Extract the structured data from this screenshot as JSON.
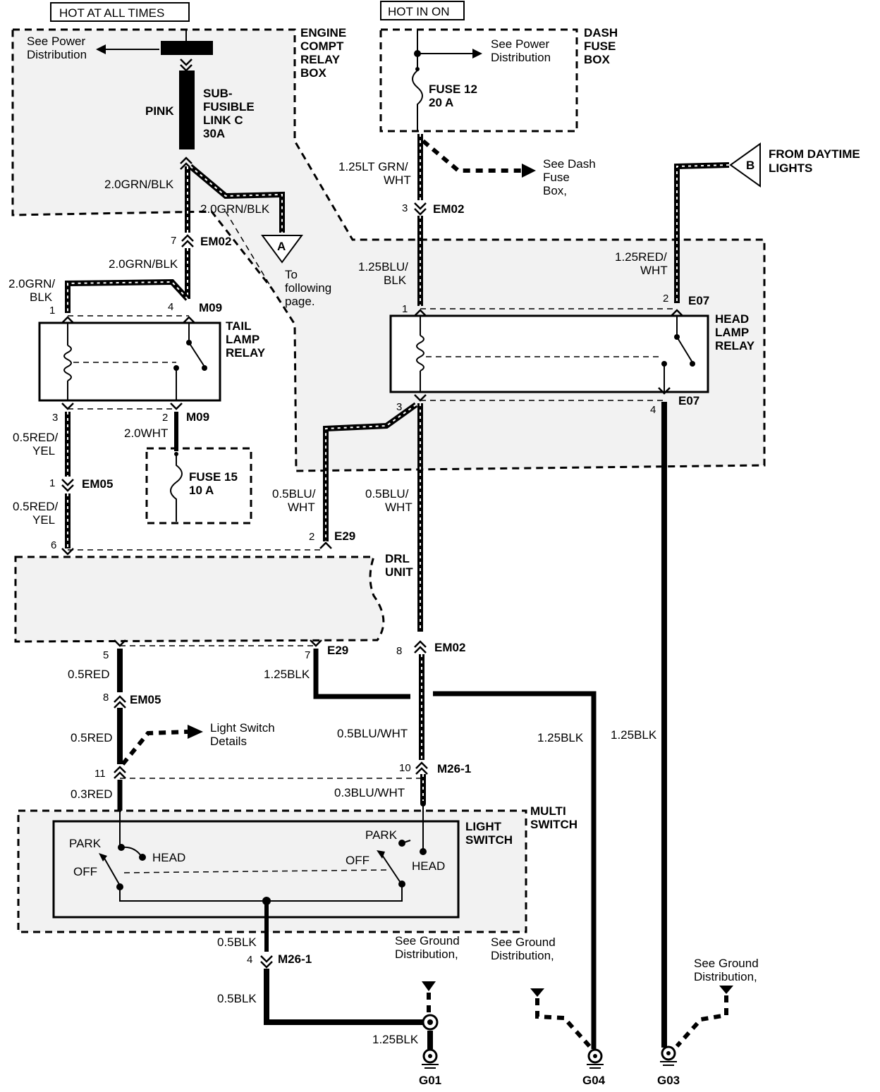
{
  "headers": {
    "hot_at_all_times": "HOT AT ALL TIMES",
    "hot_in_on": "HOT IN ON"
  },
  "boxes": {
    "engine_compt": [
      "ENGINE",
      "COMPT",
      "RELAY",
      "BOX"
    ],
    "dash_fuse": [
      "DASH",
      "FUSE",
      "BOX"
    ],
    "drl_unit": [
      "DRL",
      "UNIT"
    ],
    "multi_switch": [
      "MULTI",
      "SWITCH"
    ],
    "light_switch": [
      "LIGHT",
      "SWITCH"
    ]
  },
  "relays": {
    "tail": [
      "TAIL",
      "LAMP",
      "RELAY"
    ],
    "head": [
      "HEAD",
      "LAMP",
      "RELAY"
    ]
  },
  "fuses": {
    "sub_fusible": [
      "SUB-",
      "FUSIBLE",
      "LINK C",
      "30A"
    ],
    "sub_fusible_color": "PINK",
    "fuse12": [
      "FUSE 12",
      "20 A"
    ],
    "fuse15": [
      "FUSE 15",
      "10 A"
    ]
  },
  "references": {
    "see_power_left": [
      "See Power",
      "Distribution"
    ],
    "see_power_right": [
      "See Power",
      "Distribution"
    ],
    "see_dash_fuse": [
      "See Dash",
      "Fuse",
      "Box,"
    ],
    "from_daytime": [
      "FROM DAYTIME",
      "LIGHTS"
    ],
    "to_following": [
      "To",
      "following",
      "page."
    ],
    "light_switch_details": [
      "Light Switch",
      "Details"
    ],
    "see_ground_1": [
      "See Ground",
      "Distribution,"
    ],
    "see_ground_2": [
      "See Ground",
      "Distribution,"
    ],
    "see_ground_3": [
      "See Ground",
      "Distribution,"
    ],
    "marker_a": "A",
    "marker_b": "B"
  },
  "wires": {
    "w_20grnblk_a": "2.0GRN/BLK",
    "w_20grnblk_b": "2.0GRN/BLK",
    "w_20grnblk_c": "2.0GRN/BLK",
    "w_20grnblk_d": [
      "2.0GRN/",
      "BLK"
    ],
    "w_125ltgrnwht": [
      "1.25LT GRN/",
      "WHT"
    ],
    "w_125blublk": [
      "1.25BLU/",
      "BLK"
    ],
    "w_125redwht": [
      "1.25RED/",
      "WHT"
    ],
    "w_05redyel_a": [
      "0.5RED/",
      "YEL"
    ],
    "w_05redyel_b": [
      "0.5RED/",
      "YEL"
    ],
    "w_20wht": "2.0WHT",
    "w_05bluwht_a": [
      "0.5BLU/",
      "WHT"
    ],
    "w_05bluwht_b": [
      "0.5BLU/",
      "WHT"
    ],
    "w_05red_a": "0.5RED",
    "w_05red_b": "0.5RED",
    "w_03red": "0.3RED",
    "w_125blk_a": "1.25BLK",
    "w_125blk_b": "1.25BLK",
    "w_125blk_c": "1.25BLK",
    "w_125blk_d": "1.25BLK",
    "w_05bluwht_c": "0.5BLU/WHT",
    "w_03bluwht": "0.3BLU/WHT",
    "w_05blk_a": "0.5BLK",
    "w_05blk_b": "0.5BLK"
  },
  "connectors": {
    "em02": "EM02",
    "m09": "M09",
    "em05": "EM05",
    "e07": "E07",
    "e29": "E29",
    "m26_1": "M26-1"
  },
  "pins": {
    "p7": "7",
    "p1": "1",
    "p4": "4",
    "p3": "3",
    "p2": "2",
    "p6": "6",
    "p5": "5",
    "p8": "8",
    "p11": "11",
    "p10": "10"
  },
  "switch_positions": {
    "park": "PARK",
    "head": "HEAD",
    "off": "OFF"
  },
  "grounds": {
    "g01": "G01",
    "g04": "G04",
    "g03": "G03"
  }
}
